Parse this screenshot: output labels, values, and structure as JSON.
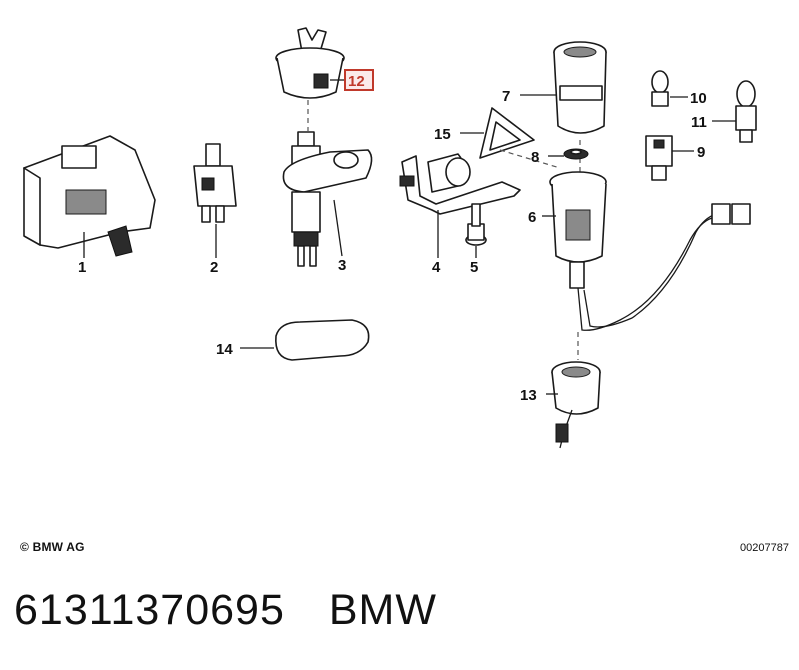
{
  "diagram": {
    "callouts": {
      "c1": "1",
      "c2": "2",
      "c3": "3",
      "c4": "4",
      "c5": "5",
      "c6": "6",
      "c7": "7",
      "c8": "8",
      "c9": "9",
      "c10": "10",
      "c11": "11",
      "c12": "12",
      "c13": "13",
      "c14": "14",
      "c15": "15"
    },
    "highlighted_callout": "12",
    "highlight_color": "#c0392b"
  },
  "copyright": "© BMW AG",
  "drawing_ref": "00207787",
  "footer": {
    "part_number": "61311370695",
    "brand": "BMW"
  }
}
